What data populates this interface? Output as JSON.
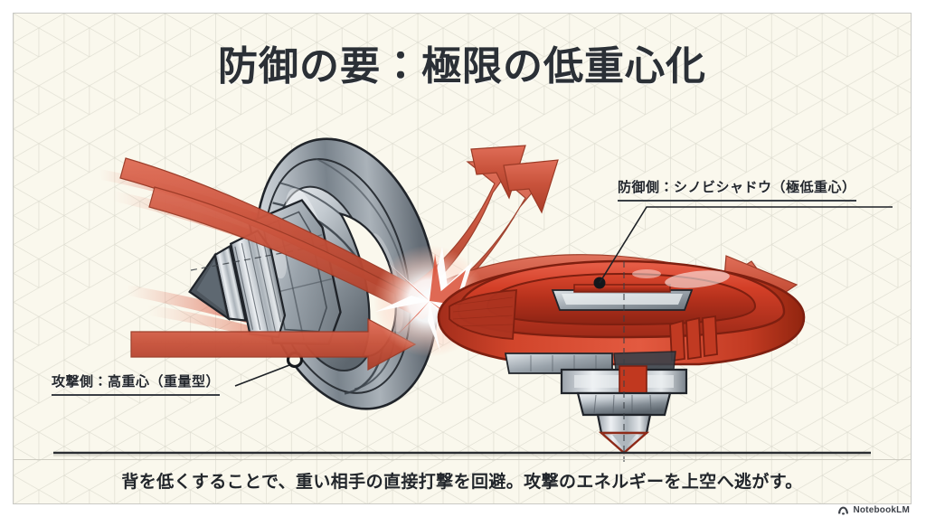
{
  "title": "防御の要：極限の低重心化",
  "labels": {
    "attacker": "攻撃側：高重心（重量型）",
    "defender": "防御側：シノビシャドウ（極低重心）"
  },
  "caption": "背を低くすることで、重い相手の直接打撃を回避。攻撃のエネルギーを上空へ逃がす。",
  "watermark": "NotebookLM",
  "icons": {
    "watermark": "notebooklm-logo-icon",
    "impact": "impact-burst-icon",
    "attacker_cog": "center-of-gravity-marker-hollow-icon",
    "defender_cog": "center-of-gravity-marker-filled-icon"
  },
  "colors": {
    "background": "#faf8ed",
    "frame_border": "#c9c9c4",
    "grid_line": "#c8c7bb",
    "title_text": "#2b3036",
    "caption_text": "#22262b",
    "arrow_red": "#c7503c",
    "arrow_red_light": "#e0705a",
    "attacker_gray_dark": "#5f6870",
    "attacker_gray_light": "#d9dde1",
    "defender_red_dark": "#a8301f",
    "defender_red_light": "#e1543a",
    "metal_light": "#e8ebee",
    "metal_dark": "#7d868e",
    "ground_line": "#2a2d31",
    "outline": "#20242a"
  },
  "diagram": {
    "ground_line_label": "ground-line",
    "attacker_name": "attacker-heavy-top",
    "defender_name": "defender-low-profile-top",
    "impact_name": "impact-flash",
    "incoming_streaks": "incoming-motion-streaks",
    "deflection_arrows": [
      "arrow-up-left",
      "arrow-up-right",
      "arrow-right-deflect",
      "arrow-low-strike"
    ]
  }
}
